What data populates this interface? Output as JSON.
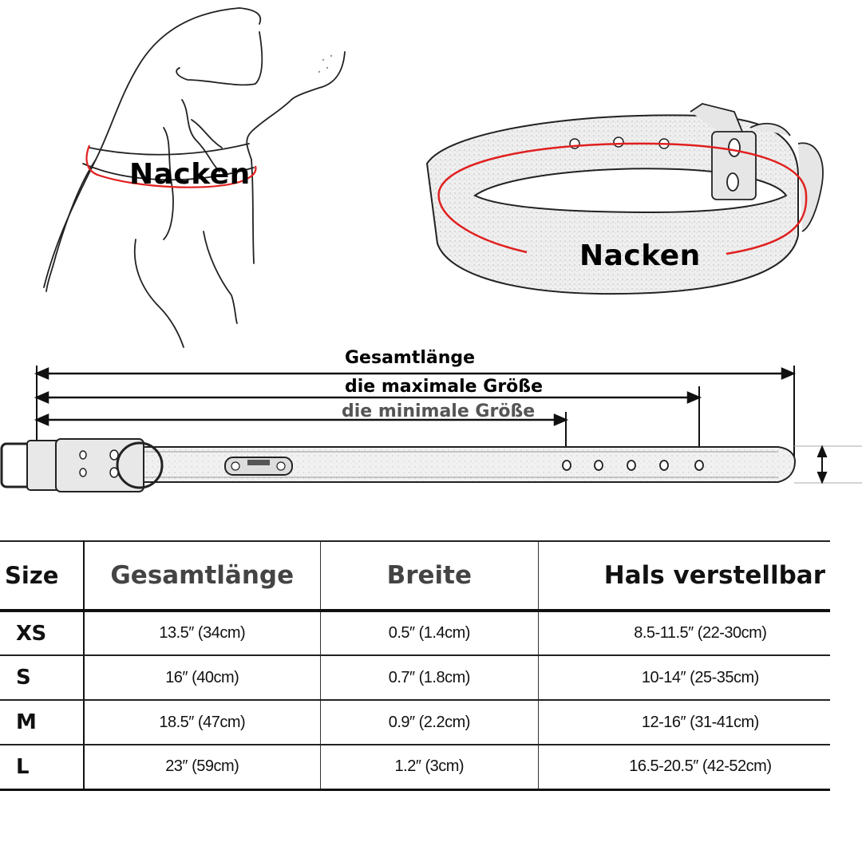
{
  "illustrations": {
    "dog": {
      "label": "Nacken",
      "icon": "dog-neck-measure-icon"
    },
    "collar_ring": {
      "label": "Nacken",
      "icon": "collar-ring-icon"
    }
  },
  "dimensions": {
    "total_length_label": "Gesamtlänge",
    "max_size_label": "die maximale Größe",
    "min_size_label": "die minimale Größe",
    "width_marker": "W"
  },
  "colors": {
    "measure_line": "#e0201f",
    "header_text": "#444444",
    "text": "#111111"
  },
  "table": {
    "headers": [
      "Size",
      "Gesamtlänge",
      "Breite",
      "Hals verstellbar"
    ],
    "rows": [
      {
        "size": "XS",
        "length": "13.5″  (34cm)",
        "width": "0.5″  (1.4cm)",
        "neck": "8.5-11.5″  (22-30cm)"
      },
      {
        "size": "S",
        "length": "16″  (40cm)",
        "width": "0.7″  (1.8cm)",
        "neck": "10-14″  (25-35cm)"
      },
      {
        "size": "M",
        "length": "18.5″  (47cm)",
        "width": "0.9″  (2.2cm)",
        "neck": "12-16″  (31-41cm)"
      },
      {
        "size": "L",
        "length": "23″  (59cm)",
        "width": "1.2″  (3cm)",
        "neck": "16.5-20.5″  (42-52cm)"
      }
    ]
  }
}
